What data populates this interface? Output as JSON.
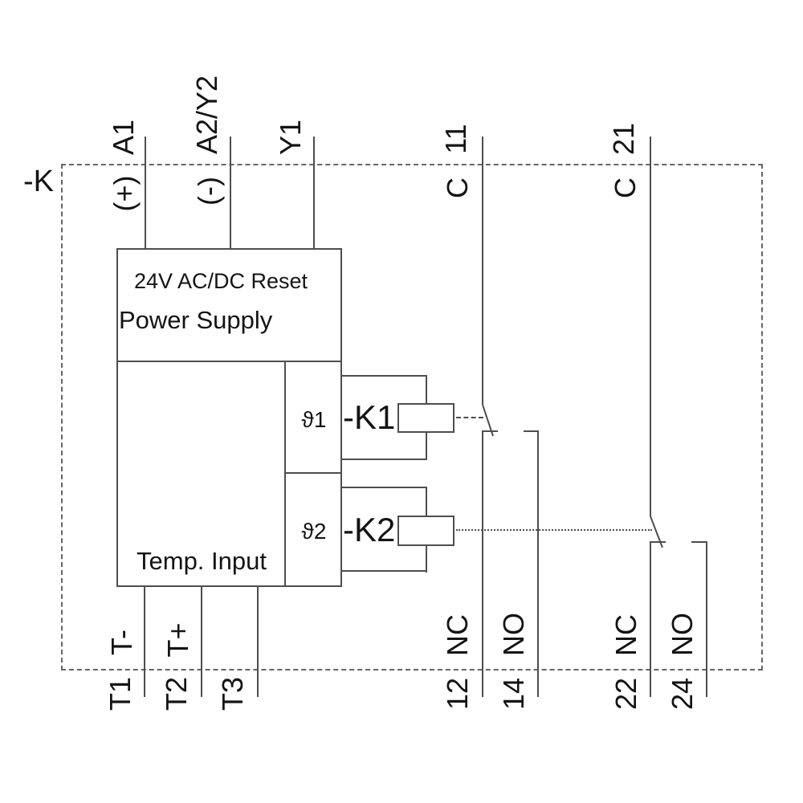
{
  "colors": {
    "background": "#ffffff",
    "wire": "#4e4e4e",
    "frame_dash": "#666666",
    "text": "#141414"
  },
  "frame": {
    "label": "-K"
  },
  "device": {
    "supply_rating": "24V AC/DC Reset",
    "supply_label": "Power Supply",
    "temp_label": "Temp. Input",
    "sensor1": "ϑ1",
    "sensor2": "ϑ2"
  },
  "relays": {
    "k1": "-K1",
    "k2": "-K2"
  },
  "terminals": {
    "top": {
      "a1": {
        "id": "A1",
        "sub": "(+)"
      },
      "a2y2": {
        "id": "A2/Y2",
        "sub": "(-)"
      },
      "y1": {
        "id": "Y1",
        "sub": ""
      },
      "c11": {
        "id": "11",
        "sub": "C"
      },
      "c21": {
        "id": "21",
        "sub": "C"
      }
    },
    "bottom": {
      "t1": {
        "id": "T1",
        "sub": "T-"
      },
      "t2": {
        "id": "T2",
        "sub": "T+"
      },
      "t3": {
        "id": "T3",
        "sub": ""
      },
      "n12": {
        "id": "12",
        "sub": "NC"
      },
      "n14": {
        "id": "14",
        "sub": "NO"
      },
      "n22": {
        "id": "22",
        "sub": "NC"
      },
      "n24": {
        "id": "24",
        "sub": "NO"
      }
    }
  }
}
